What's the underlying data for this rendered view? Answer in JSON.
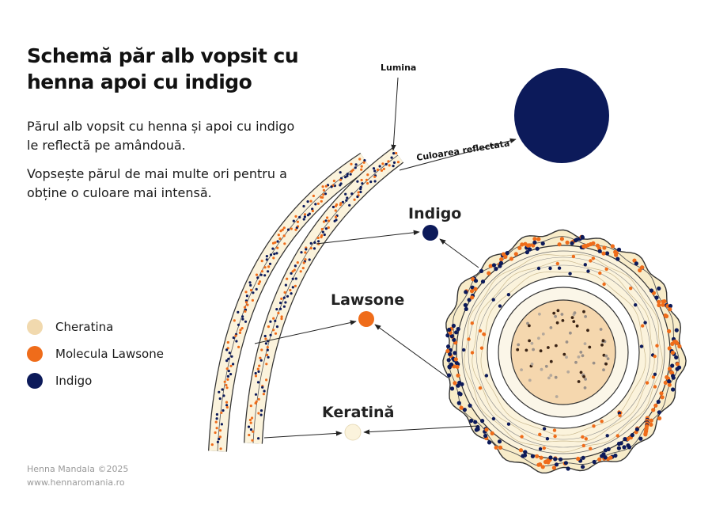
{
  "title": "Schemă păr alb vopsit cu henna apoi cu indigo",
  "paragraphs": [
    "Părul alb vopsit cu henna și apoi cu indigo le reflectă pe amândouă.",
    "Vopsește părul de mai multe ori pentru a obține o culoare mai intensă."
  ],
  "legend": [
    {
      "label": "Cheratina",
      "color": "#f1d9ae"
    },
    {
      "label": "Molecula Lawsone",
      "color": "#ef6c1a"
    },
    {
      "label": "Indigo",
      "color": "#0c1a5a"
    }
  ],
  "labels": {
    "light": "Lumina",
    "reflected": "Culoarea reflectata",
    "indigo": "Indigo",
    "lawsone": "Lawsone",
    "keratin": "Keratină"
  },
  "footer": {
    "copyright": "Henna Mandala ©2025",
    "website": "www.hennaromania.ro"
  },
  "colors": {
    "indigo": "#0c1a5a",
    "lawsone": "#ef6c1a",
    "keratin": "#f1d9ae",
    "keratin_light": "#fbf3dc",
    "medulla": "#f5d7ae",
    "outline": "#333333"
  }
}
